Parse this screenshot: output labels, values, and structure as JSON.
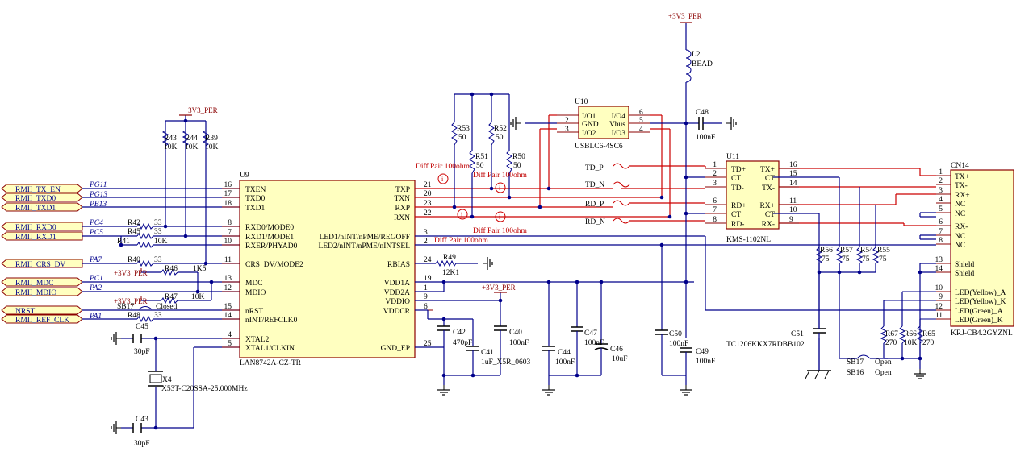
{
  "colors": {
    "wire": "#00008b",
    "diff": "#cc0000",
    "ic_fill": "#ffffc0",
    "ic_stroke": "#8b0000",
    "port_fill": "#ffffc0",
    "port_stroke": "#8b0000",
    "power": "#8b0000"
  },
  "power_label": "+3V3_PER",
  "ports": [
    {
      "label": "RMII_TX_EN",
      "net": "PG11"
    },
    {
      "label": "RMII_TXD0",
      "net": "PG13"
    },
    {
      "label": "RMII_TXD1",
      "net": "PB13"
    },
    {
      "label": "RMII_RXD0",
      "net": "PC4"
    },
    {
      "label": "RMII_RXD1",
      "net": "PC5"
    },
    {
      "label": "RMII_CRS_DV",
      "net": "PA7"
    },
    {
      "label": "RMII_MDC",
      "net": "PC1"
    },
    {
      "label": "RMII_MDIO",
      "net": "PA2"
    },
    {
      "label": "NRST",
      "net": ""
    },
    {
      "label": "RMII_REF_CLK",
      "net": "PA1"
    }
  ],
  "u9": {
    "ref": "U9",
    "part": "LAN8742A-CZ-TR",
    "left_pins": [
      {
        "num": "16",
        "name": "TXEN"
      },
      {
        "num": "17",
        "name": "TXD0"
      },
      {
        "num": "18",
        "name": "TXD1"
      },
      {
        "num": "8",
        "name": "RXD0/MODE0"
      },
      {
        "num": "7",
        "name": "RXD1/MODE1"
      },
      {
        "num": "10",
        "name": "RXER/PHYAD0"
      },
      {
        "num": "11",
        "name": "CRS_DV/MODE2"
      },
      {
        "num": "13",
        "name": "MDC"
      },
      {
        "num": "12",
        "name": "MDIO"
      },
      {
        "num": "15",
        "name": "nRST"
      },
      {
        "num": "14",
        "name": "nINT/REFCLK0"
      },
      {
        "num": "4",
        "name": "XTAL2"
      },
      {
        "num": "5",
        "name": "XTAL1/CLKIN"
      }
    ],
    "right_pins": [
      {
        "num": "21",
        "name": "TXP"
      },
      {
        "num": "20",
        "name": "TXN"
      },
      {
        "num": "23",
        "name": "RXP"
      },
      {
        "num": "22",
        "name": "RXN"
      },
      {
        "num": "3",
        "name": "LED1/nINT/nPME/REGOFF"
      },
      {
        "num": "2",
        "name": "LED2/nINT/nPME/nINTSEL"
      },
      {
        "num": "24",
        "name": "RBIAS"
      },
      {
        "num": "19",
        "name": "VDD1A"
      },
      {
        "num": "1",
        "name": "VDD2A"
      },
      {
        "num": "9",
        "name": "VDDIO"
      },
      {
        "num": "6",
        "name": "VDDCR"
      },
      {
        "num": "25",
        "name": "GND_EP"
      }
    ]
  },
  "u10": {
    "ref": "U10",
    "part": "USBLC6-4SC6",
    "left_nums": [
      "1",
      "2",
      "3"
    ],
    "left_names": [
      "I/O1",
      "GND",
      "I/O2"
    ],
    "right_nums": [
      "6",
      "5",
      "4"
    ],
    "right_names": [
      "I/O4",
      "Vbus",
      "I/O3"
    ]
  },
  "u11": {
    "ref": "U11",
    "part": "KMS-1102NL",
    "left_nums": [
      "1",
      "2",
      "3",
      "6",
      "7",
      "8"
    ],
    "left_names": [
      "TD+",
      "CT",
      "TD-",
      "RD+",
      "CT",
      "RD-"
    ],
    "right_nums": [
      "16",
      "15",
      "14",
      "11",
      "10",
      "9"
    ],
    "right_names": [
      "TX+",
      "CT",
      "TX-",
      "RX+",
      "CT",
      "RX-"
    ]
  },
  "cn14": {
    "ref": "CN14",
    "part": "KRJ-CB4.2GYZNL",
    "nums": [
      "1",
      "2",
      "3",
      "4",
      "5",
      "6",
      "7",
      "8",
      "13",
      "14",
      "10",
      "9",
      "12",
      "11"
    ],
    "names": [
      "TX+",
      "TX-",
      "RX+",
      "NC",
      "NC",
      "RX-",
      "NC",
      "NC",
      "Shield",
      "Shield",
      "LED(Yellow)_A",
      "LED(Yellow)_K",
      "LED(Green)_A",
      "LED(Green)_K"
    ]
  },
  "pullups": [
    {
      "ref": "R43",
      "value": "10K"
    },
    {
      "ref": "R44",
      "value": "10K"
    },
    {
      "ref": "R39",
      "value": "10K"
    }
  ],
  "series": [
    {
      "ref": "R42",
      "value": "33"
    },
    {
      "ref": "R45",
      "value": "33"
    },
    {
      "ref": "R41",
      "value": "10K"
    },
    {
      "ref": "R40",
      "value": "33"
    },
    {
      "ref": "R46",
      "value": "1K5"
    },
    {
      "ref": "R47",
      "value": "10K"
    },
    {
      "ref": "R48",
      "value": "33"
    }
  ],
  "sb17": {
    "ref": "SB17",
    "state": "Closed"
  },
  "diffres": [
    {
      "ref": "R53",
      "value": "50"
    },
    {
      "ref": "R51",
      "value": "50"
    },
    {
      "ref": "R52",
      "value": "50"
    },
    {
      "ref": "R50",
      "value": "50"
    }
  ],
  "diff_labels": [
    "Diff Pair 100ohm",
    "Diff Pair 100ohm",
    "Diff Pair 100ohm",
    "Diff Pair 100ohm"
  ],
  "netlabels": [
    "TD_P",
    "TD_N",
    "RD_P",
    "RD_N"
  ],
  "r49": {
    "ref": "R49",
    "value": "12K1"
  },
  "l2": {
    "ref": "L2",
    "value": "BEAD"
  },
  "caps": [
    {
      "ref": "C48",
      "value": "100nF"
    },
    {
      "ref": "C42",
      "value": "470pF"
    },
    {
      "ref": "C41",
      "value": "1uF_X5R_0603"
    },
    {
      "ref": "C40",
      "value": "100nF"
    },
    {
      "ref": "C44",
      "value": "100nF"
    },
    {
      "ref": "C47",
      "value": "100nF"
    },
    {
      "ref": "C46",
      "value": "10uF"
    },
    {
      "ref": "C50",
      "value": "100nF"
    },
    {
      "ref": "C49",
      "value": "100nF"
    },
    {
      "ref": "C45",
      "value": "30pF"
    },
    {
      "ref": "C43",
      "value": "30pF"
    },
    {
      "ref": "C51",
      "value": "TC1206KKX7RDBB102"
    }
  ],
  "crystal": {
    "ref": "X4",
    "part": "X53T-C20SSA-25.000MHz"
  },
  "r75": [
    {
      "ref": "R56",
      "value": "75"
    },
    {
      "ref": "R57",
      "value": "75"
    },
    {
      "ref": "R54",
      "value": "75"
    },
    {
      "ref": "R55",
      "value": "75"
    }
  ],
  "ledres": [
    {
      "ref": "R67",
      "value": "270"
    },
    {
      "ref": "R66",
      "value": "10K"
    },
    {
      "ref": "R65",
      "value": "270"
    }
  ],
  "sb_bottom": [
    {
      "ref": "SB17",
      "state": "Open"
    },
    {
      "ref": "SB16",
      "state": "Open"
    }
  ]
}
